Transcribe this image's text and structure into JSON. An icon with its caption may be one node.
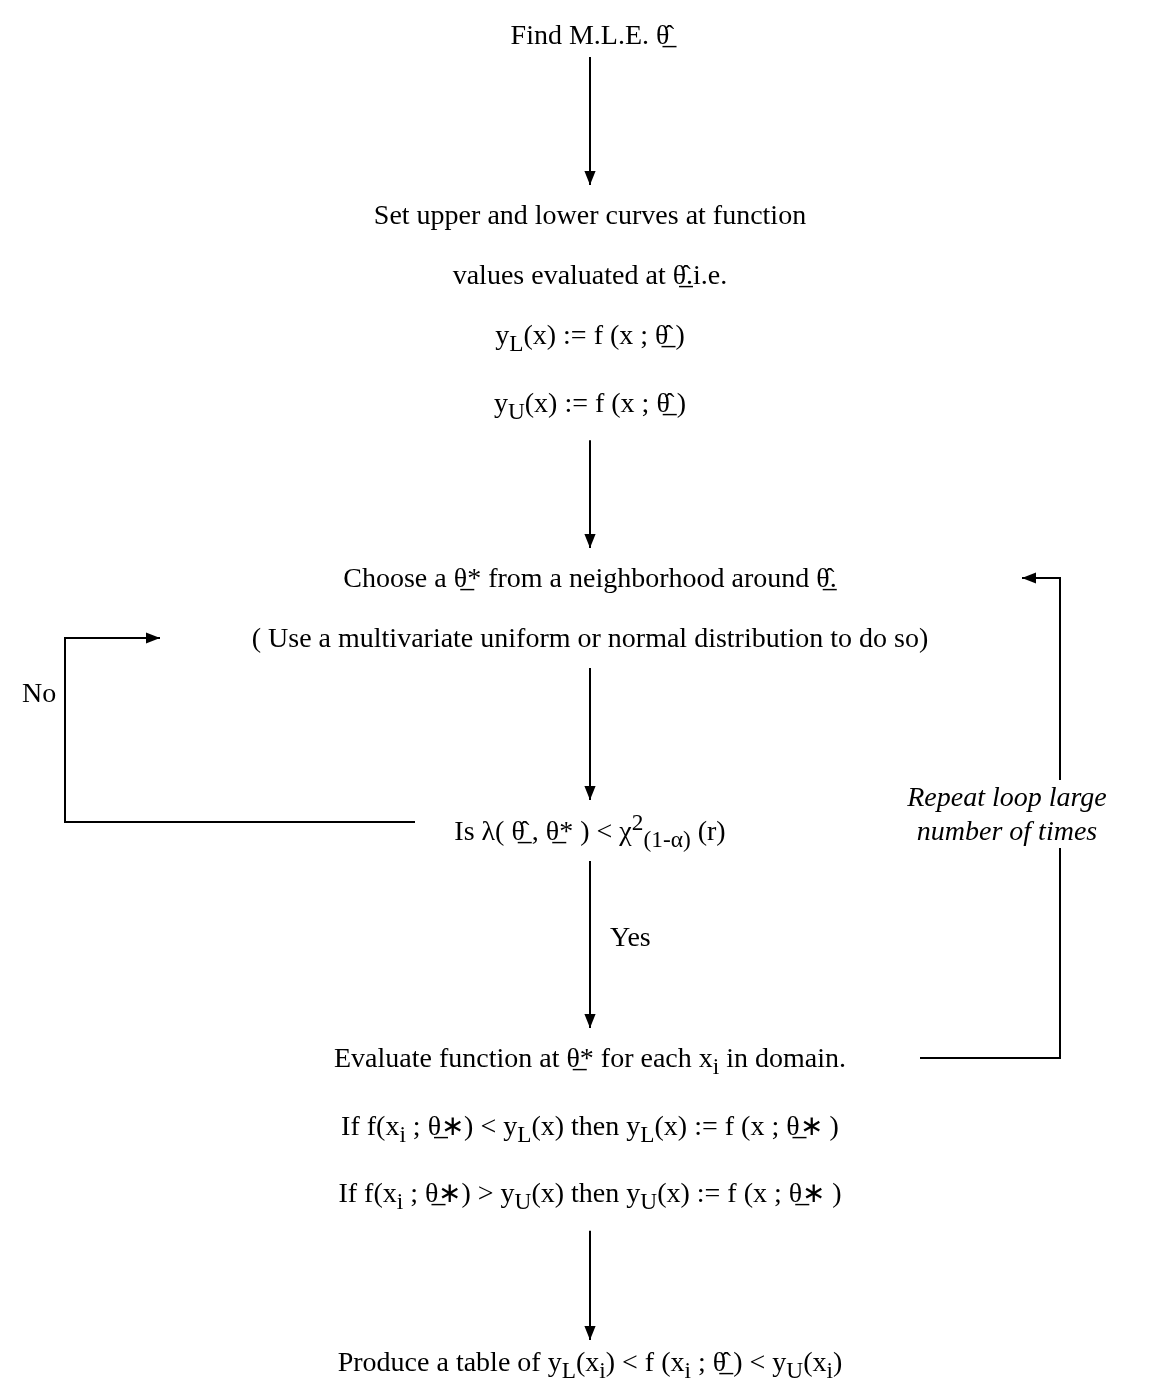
{
  "diagram": {
    "nodes": [
      {
        "text": [
          "Find M.L.E. θ̲̂"
        ]
      },
      {
        "text": [
          "Set upper and lower curves at function values evaluated at θ̲̂.i.e.",
          "y$_{L}$(x) := f (x ; θ̲̂ )",
          "y$_{U}$(x) := f (x ; θ̲̂ )"
        ]
      },
      {
        "text": [
          "Choose a θ̲* from a neighborhood around θ̲̂.",
          "( Use a multivariate uniform or normal distribution to do so)"
        ]
      },
      {
        "text": [
          "Is λ( θ̲̂ , θ̲* ) < χ$^{2}$$_{(1-α)}$ (r)"
        ]
      },
      {
        "text": [
          "Evaluate function at θ̲* for each x$_{i}$ in domain.",
          "If f(x$_{i}$ ; θ̲∗) < y$_{L}$(x) then y$_{L}$(x) := f (x ; θ̲∗ )",
          "If f(x$_{i}$ ; θ̲∗) > y$_{U}$(x) then y$_{U}$(x) := f (x ; θ̲∗ )"
        ]
      },
      {
        "text": [
          "Produce a table of y$_{L}$(x$_{i}$) < f (x$_{i}$ ; θ̲̂ ) < y$_{U}$(x$_{i}$)"
        ]
      }
    ],
    "edges": [
      {
        "from": 0,
        "to": 1,
        "arrow": "to"
      },
      {
        "from": 1,
        "to": 2,
        "arrow": "to"
      },
      {
        "from": 2,
        "to": 3,
        "arrow": "to"
      },
      {
        "from": 3,
        "to": 2,
        "arrow": "to",
        "label": "No"
      },
      {
        "from": 3,
        "to": 4,
        "arrow": "to",
        "label": "Yes"
      },
      {
        "from": 4,
        "to": 2,
        "arrow": "to",
        "label": "Repeat loop large number of times"
      },
      {
        "from": 4,
        "to": 5,
        "arrow": "to"
      }
    ]
  }
}
